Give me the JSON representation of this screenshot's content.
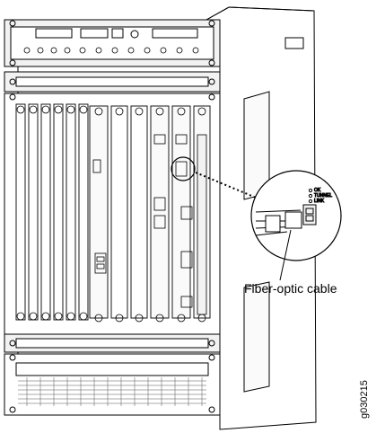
{
  "callout": {
    "label": "Fiber-optic cable"
  },
  "figure": {
    "id": "g030215"
  },
  "led_labels": [
    "OK",
    "TUNNEL",
    "LINK"
  ],
  "colors": {
    "line": "#000000",
    "background": "#ffffff",
    "panel_fill": "#f2f2f2"
  }
}
